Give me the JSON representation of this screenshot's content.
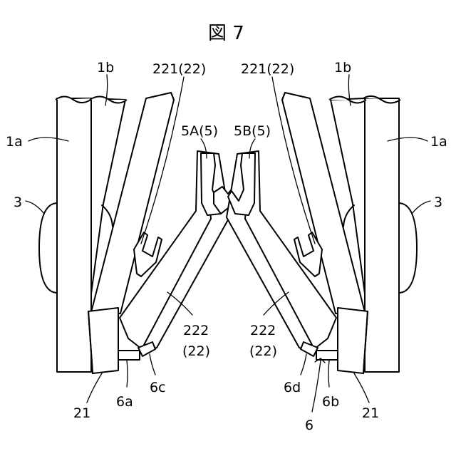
{
  "figure": {
    "title": "図 7",
    "labels": {
      "l_1b": "1b",
      "l_221_22": "221(22)",
      "l_5a_5": "5A(5)",
      "l_5b_5": "5B(5)",
      "l_1a": "1a",
      "l_3": "3",
      "l_222": "222",
      "l_22": "(22)",
      "l_21": "21",
      "l_6a": "6a",
      "l_6b": "6b",
      "l_6c": "6c",
      "l_6d": "6d",
      "l_6": "6"
    }
  }
}
